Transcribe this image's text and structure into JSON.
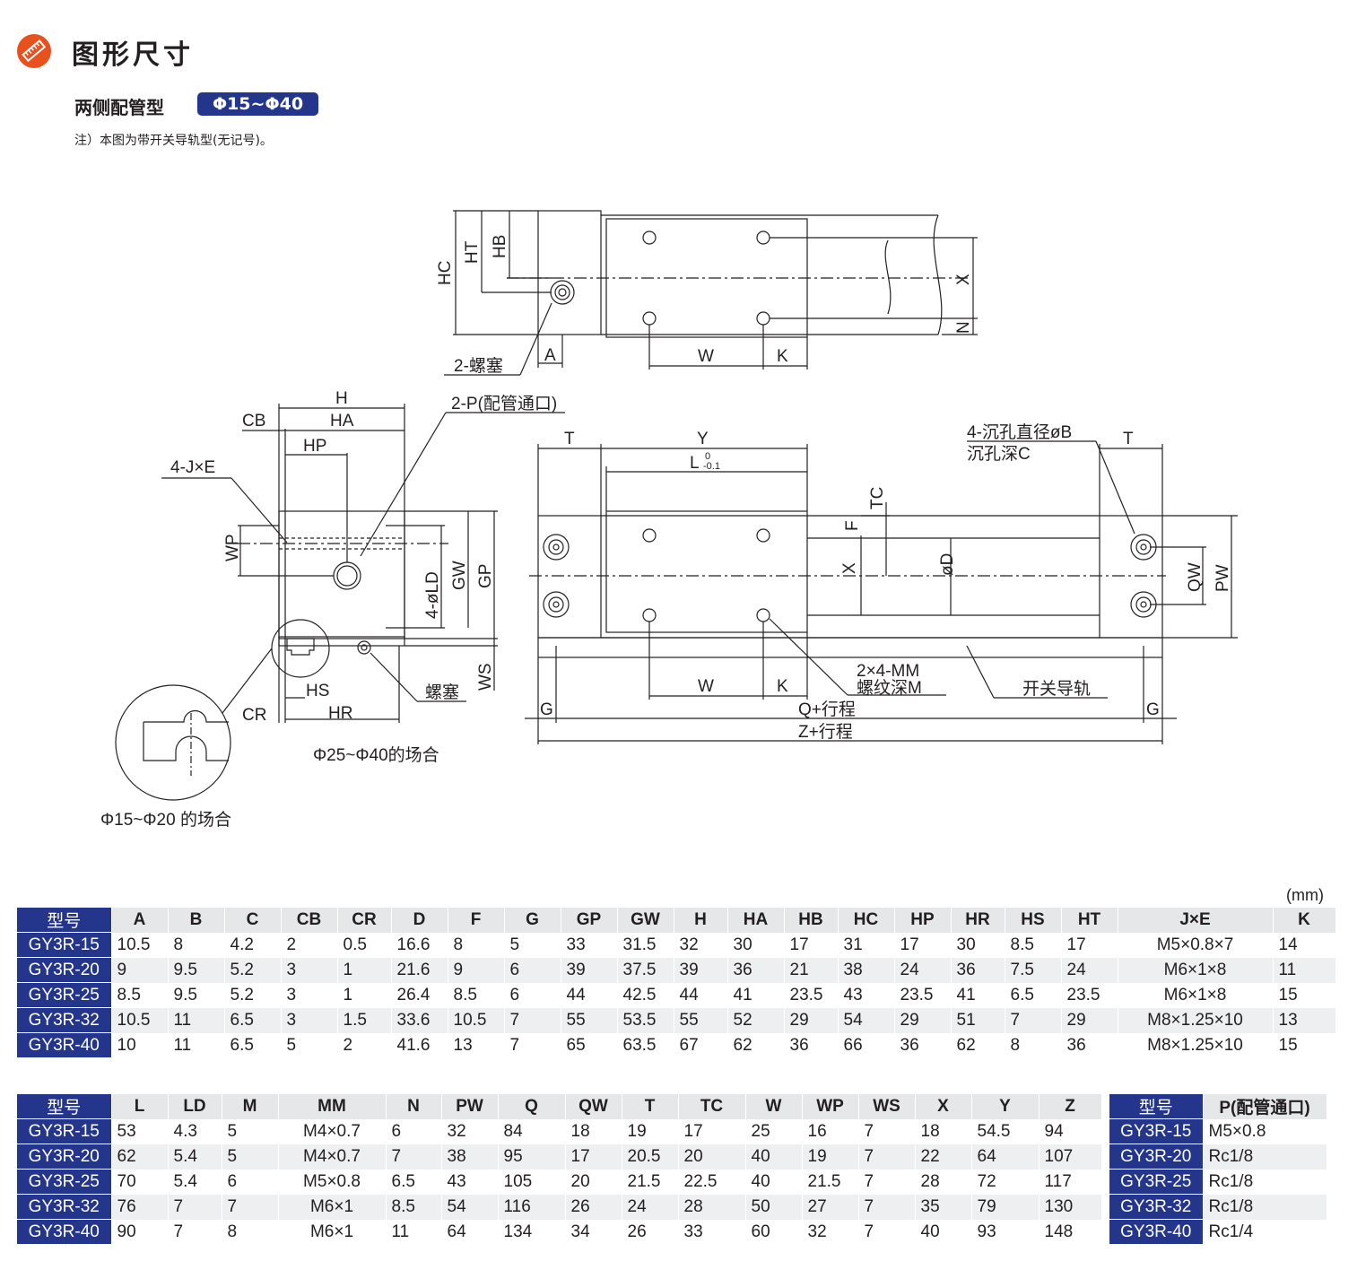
{
  "header": {
    "title": "图形尺寸",
    "icon": "ruler-pencil-icon",
    "accent_color": "#e8501e"
  },
  "section": {
    "title": "两侧配管型",
    "range": "Φ15~Φ40",
    "badge_color": "#24358c",
    "note": "注）本图为带开关导轨型(无记号)。"
  },
  "drawing": {
    "top_view": {
      "labels": [
        "HC",
        "HT",
        "HB",
        "X",
        "N",
        "A",
        "W",
        "K",
        "2-螺塞"
      ]
    },
    "side_view": {
      "labels": [
        "H",
        "HA",
        "CB",
        "HP",
        "2-P(配管通口)",
        "4-J×E",
        "WP",
        "4-øLD",
        "GW",
        "GP",
        "WS",
        "HS",
        "CR",
        "HR",
        "螺塞"
      ],
      "case_large": "Φ25~Φ40的场合",
      "case_small": "Φ15~Φ20 的场合"
    },
    "front_view": {
      "labels": [
        "T",
        "Y",
        "L",
        "0",
        "-0.1",
        "TC",
        "F",
        "X",
        "øD",
        "W",
        "K",
        "G",
        "Q+行程",
        "Z+行程",
        "QW",
        "PW",
        "2×4-MM",
        "螺纹深M",
        "开关导轨"
      ],
      "counterbore_line1": "4-沉孔直径øB",
      "counterbore_line2": "沉孔深C"
    }
  },
  "tables": {
    "unit": "(mm)",
    "table1": {
      "headers": [
        "型号",
        "A",
        "B",
        "C",
        "CB",
        "CR",
        "D",
        "F",
        "G",
        "GP",
        "GW",
        "H",
        "HA",
        "HB",
        "HC",
        "HP",
        "HR",
        "HS",
        "HT",
        "J×E",
        "K"
      ],
      "rows": [
        [
          "GY3R-15",
          "10.5",
          "8",
          "4.2",
          "2",
          "0.5",
          "16.6",
          "8",
          "5",
          "33",
          "31.5",
          "32",
          "30",
          "17",
          "31",
          "17",
          "30",
          "8.5",
          "17",
          "M5×0.8×7",
          "14"
        ],
        [
          "GY3R-20",
          "9",
          "9.5",
          "5.2",
          "3",
          "1",
          "21.6",
          "9",
          "6",
          "39",
          "37.5",
          "39",
          "36",
          "21",
          "38",
          "24",
          "36",
          "7.5",
          "24",
          "M6×1×8",
          "11"
        ],
        [
          "GY3R-25",
          "8.5",
          "9.5",
          "5.2",
          "3",
          "1",
          "26.4",
          "8.5",
          "6",
          "44",
          "42.5",
          "44",
          "41",
          "23.5",
          "43",
          "23.5",
          "41",
          "6.5",
          "23.5",
          "M6×1×8",
          "15"
        ],
        [
          "GY3R-32",
          "10.5",
          "11",
          "6.5",
          "3",
          "1.5",
          "33.6",
          "10.5",
          "7",
          "55",
          "53.5",
          "55",
          "52",
          "29",
          "54",
          "29",
          "51",
          "7",
          "29",
          "M8×1.25×10",
          "13"
        ],
        [
          "GY3R-40",
          "10",
          "11",
          "6.5",
          "5",
          "2",
          "41.6",
          "13",
          "7",
          "65",
          "63.5",
          "67",
          "62",
          "36",
          "66",
          "36",
          "62",
          "8",
          "36",
          "M8×1.25×10",
          "15"
        ]
      ]
    },
    "table2": {
      "headers": [
        "型号",
        "L",
        "LD",
        "M",
        "MM",
        "N",
        "PW",
        "Q",
        "QW",
        "T",
        "TC",
        "W",
        "WP",
        "WS",
        "X",
        "Y",
        "Z"
      ],
      "rows": [
        [
          "GY3R-15",
          "53",
          "4.3",
          "5",
          "M4×0.7",
          "6",
          "32",
          "84",
          "18",
          "19",
          "17",
          "25",
          "16",
          "7",
          "18",
          "54.5",
          "94"
        ],
        [
          "GY3R-20",
          "62",
          "5.4",
          "5",
          "M4×0.7",
          "7",
          "38",
          "95",
          "17",
          "20.5",
          "20",
          "40",
          "19",
          "7",
          "22",
          "64",
          "107"
        ],
        [
          "GY3R-25",
          "70",
          "5.4",
          "6",
          "M5×0.8",
          "6.5",
          "43",
          "105",
          "20",
          "21.5",
          "22.5",
          "40",
          "21.5",
          "7",
          "28",
          "72",
          "117"
        ],
        [
          "GY3R-32",
          "76",
          "7",
          "7",
          "M6×1",
          "8.5",
          "54",
          "116",
          "26",
          "24",
          "28",
          "50",
          "27",
          "7",
          "35",
          "79",
          "130"
        ],
        [
          "GY3R-40",
          "90",
          "7",
          "8",
          "M6×1",
          "11",
          "64",
          "134",
          "34",
          "26",
          "33",
          "60",
          "32",
          "7",
          "40",
          "93",
          "148"
        ]
      ]
    },
    "table3": {
      "headers": [
        "型号",
        "P(配管通口)"
      ],
      "rows": [
        [
          "GY3R-15",
          "M5×0.8"
        ],
        [
          "GY3R-20",
          "Rc1/8"
        ],
        [
          "GY3R-25",
          "Rc1/8"
        ],
        [
          "GY3R-32",
          "Rc1/8"
        ],
        [
          "GY3R-40",
          "Rc1/4"
        ]
      ]
    }
  }
}
